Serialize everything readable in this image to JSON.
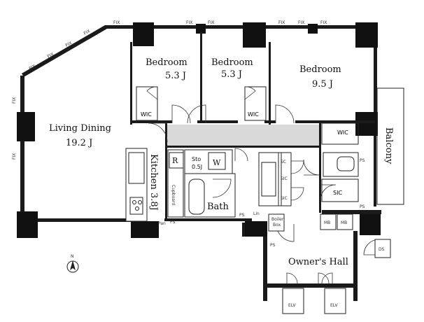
{
  "rooms": {
    "bedroom1": {
      "name": "Bedroom",
      "size": "5.3 J"
    },
    "bedroom2": {
      "name": "Bedroom",
      "size": "5.3 J"
    },
    "bedroom3": {
      "name": "Bedroom",
      "size": "9.5 J"
    },
    "living": {
      "name": "Living Dining",
      "size": "19.2 J"
    },
    "kitchen": {
      "name": "Kitchen 3.8J"
    },
    "bath": {
      "name": "Bath"
    },
    "balcony": {
      "name": "Balcony"
    },
    "owners_hall": {
      "name": "Owner's Hall"
    },
    "storage": {
      "name": "Sto",
      "size": "0.5J"
    }
  },
  "labels": {
    "wic": "WIC",
    "sic": "SIC",
    "fix": "FIX",
    "ps": "PS",
    "pan": "Pan",
    "lin": "Lin",
    "boiler": "Boiler",
    "box": "Box",
    "mb": "MB",
    "ds": "DS",
    "elv": "ELV",
    "cupboard": "Cupboard",
    "r": "R",
    "w": "W",
    "sc": "SC",
    "north": "N"
  }
}
